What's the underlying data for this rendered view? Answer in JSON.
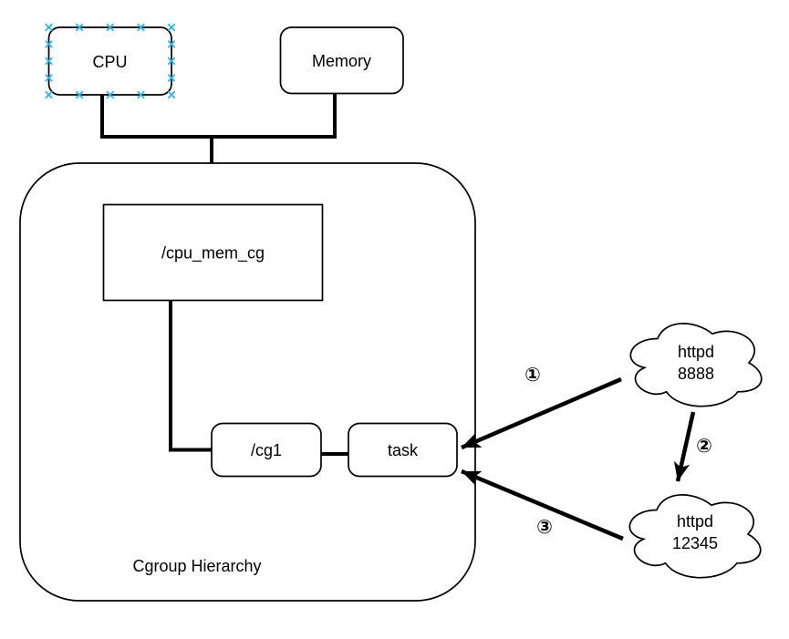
{
  "nodes": {
    "cpu": {
      "label": "CPU",
      "selected": true
    },
    "memory": {
      "label": "Memory"
    },
    "cgroup_hierarchy": {
      "label": "Cgroup Hierarchy"
    },
    "cpu_mem_cg": {
      "label": "/cpu_mem_cg"
    },
    "cg1": {
      "label": "/cg1"
    },
    "task": {
      "label": "task"
    },
    "httpd_8888": {
      "label_line1": "httpd",
      "label_line2": "8888"
    },
    "httpd_12345": {
      "label_line1": "httpd",
      "label_line2": "12345"
    }
  },
  "edge_labels": {
    "step1": "①",
    "step2": "②",
    "step3": "③"
  },
  "colors": {
    "stroke": "#000000",
    "shape_fill": "#ffffff",
    "connection_point": "#29b6f2",
    "canvas_background": "#ffffff"
  }
}
